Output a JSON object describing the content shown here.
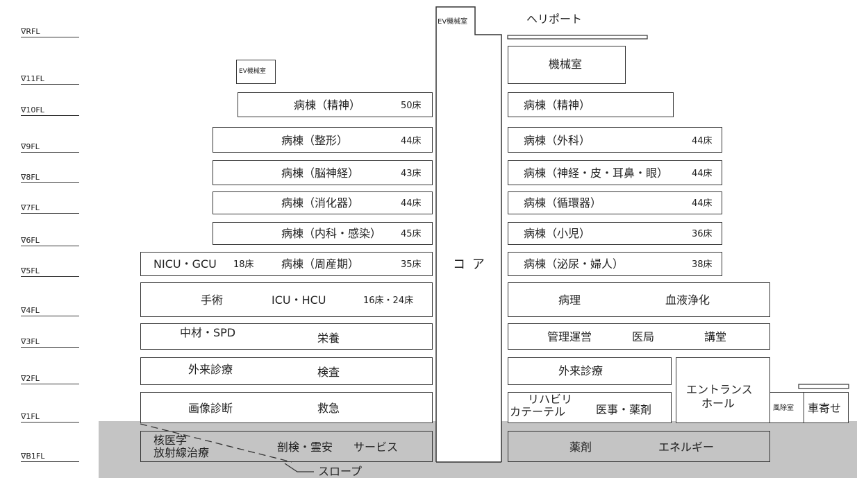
{
  "levels": [
    "∇RFL",
    "∇11FL",
    "∇10FL",
    "∇9FL",
    "∇8FL",
    "∇7FL",
    "∇6FL",
    "∇5FL",
    "∇4FL",
    "∇3FL",
    "∇2FL",
    "∇1FL",
    "∇B1FL"
  ],
  "core": {
    "label": "コ ア",
    "ev_top": "EV機械室"
  },
  "west": {
    "ev_room": "EV機械室",
    "f10": {
      "name": "病棟（精神）",
      "beds": "50床"
    },
    "f9": {
      "name": "病棟（整形）",
      "beds": "44床"
    },
    "f8": {
      "name": "病棟（脳神経）",
      "beds": "43床"
    },
    "f7": {
      "name": "病棟（消化器）",
      "beds": "44床"
    },
    "f6": {
      "name": "病棟（内科・感染）",
      "beds": "45床"
    },
    "f5": {
      "nicu": "NICU・GCU",
      "nicu_beds": "18床",
      "name": "病棟（周産期）",
      "beds": "35床"
    },
    "f4": {
      "a": "手術",
      "b": "ICU・HCU",
      "beds": "16床・24床"
    },
    "f3": {
      "a": "中材・SPD",
      "b": "栄養"
    },
    "f2": {
      "a": "外来診療",
      "b": "検査"
    },
    "f1": {
      "a": "画像診断",
      "b": "救急"
    },
    "b1": {
      "a1": "核医学",
      "a2": "放射線治療",
      "b": "剖検・霊安",
      "c": "サービス"
    },
    "slope": "スロープ"
  },
  "east": {
    "heliport": "ヘリポート",
    "f11": {
      "name": "機械室"
    },
    "f10": {
      "name": "病棟（精神）"
    },
    "f9": {
      "name": "病棟（外科）",
      "beds": "44床"
    },
    "f8": {
      "name": "病棟（神経・皮・耳鼻・眼）",
      "beds": "44床"
    },
    "f7": {
      "name": "病棟（循環器）",
      "beds": "44床"
    },
    "f6": {
      "name": "病棟（小児）",
      "beds": "36床"
    },
    "f5": {
      "name": "病棟（泌尿・婦人）",
      "beds": "38床"
    },
    "f4": {
      "a": "病理",
      "b": "血液浄化"
    },
    "f3": {
      "a": "管理運営",
      "b": "医局",
      "c": "講堂"
    },
    "f2": {
      "a": "外来診療"
    },
    "entrance": {
      "l1": "エントランス",
      "l2": "ホール"
    },
    "f1": {
      "a1": "リハビリ",
      "a2": "カテーテル",
      "b": "医事・薬剤"
    },
    "windbreak": "風除室",
    "porch": "車寄せ",
    "b1": {
      "a": "薬剤",
      "b": "エネルギー"
    }
  }
}
